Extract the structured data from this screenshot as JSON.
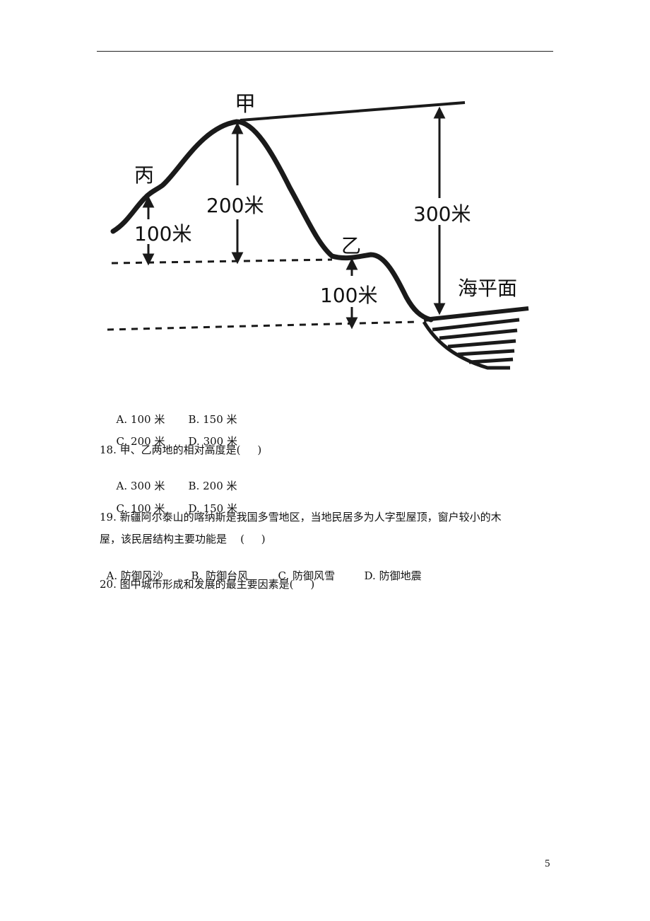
{
  "figure": {
    "labels": {
      "jia": "甲",
      "yi": "乙",
      "bing": "丙",
      "h_jia": "200米",
      "h_bing": "100米",
      "h_yi": "100米",
      "h_total": "300米",
      "sea_level": "海平面"
    }
  },
  "q17": {
    "row1": {
      "a": "A. 100 米",
      "b": "B. 150 米"
    },
    "row2": {
      "c": "C. 200 米",
      "d": "D. 300 米"
    }
  },
  "q18": {
    "stem": "18. 甲、乙两地的相对高度是(     )",
    "row1": {
      "a": "A. 300 米",
      "b": "B. 200 米"
    },
    "row2": {
      "c": "C. 100 米",
      "d": "D. 150 米"
    }
  },
  "q19": {
    "stem_line1": "19. 新疆阿尔泰山的喀纳斯是我国多雪地区，当地民居多为人字型屋顶，窗户较小的木",
    "stem_line2": "屋，该民居结构主要功能是    (     )",
    "options": {
      "a": "A. 防御风沙",
      "b": "B. 防御台风",
      "c": "C. 防御风雪",
      "d": "D. 防御地震"
    }
  },
  "q20": {
    "stem": "20. 图中城市形成和发展的最主要因素是(     )"
  },
  "page_number": "5"
}
